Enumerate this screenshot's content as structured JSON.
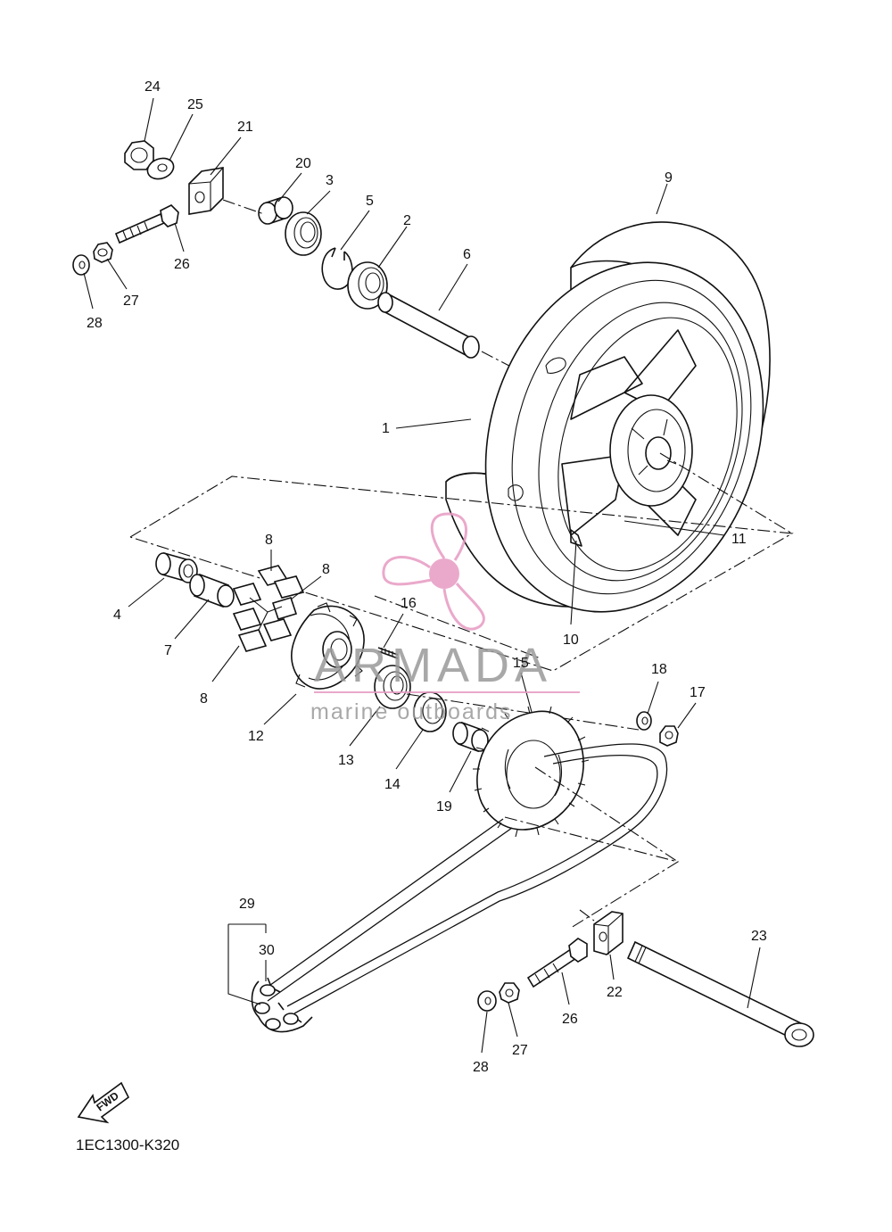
{
  "diagram_code": "1EC1300-K320",
  "fwd_label": "FWD",
  "watermark": {
    "brand": "ARMADA",
    "tagline": "marine outboards",
    "brand_color": "#9a9a9a",
    "accent_color": "#e79bc3"
  },
  "callouts": [
    {
      "id": "c24a",
      "text": "24"
    },
    {
      "id": "c25a",
      "text": "25"
    },
    {
      "id": "c21",
      "text": "21"
    },
    {
      "id": "c20",
      "text": "20"
    },
    {
      "id": "c3",
      "text": "3"
    },
    {
      "id": "c5",
      "text": "5"
    },
    {
      "id": "c2",
      "text": "2"
    },
    {
      "id": "c9",
      "text": "9"
    },
    {
      "id": "c6",
      "text": "6"
    },
    {
      "id": "c26a",
      "text": "26"
    },
    {
      "id": "c27a",
      "text": "27"
    },
    {
      "id": "c28a",
      "text": "28"
    },
    {
      "id": "c1",
      "text": "1"
    },
    {
      "id": "c11",
      "text": "11"
    },
    {
      "id": "c10",
      "text": "10"
    },
    {
      "id": "c8a",
      "text": "8"
    },
    {
      "id": "c8b",
      "text": "8"
    },
    {
      "id": "c8c",
      "text": "8"
    },
    {
      "id": "c4",
      "text": "4"
    },
    {
      "id": "c7",
      "text": "7"
    },
    {
      "id": "c16",
      "text": "16"
    },
    {
      "id": "c15",
      "text": "15"
    },
    {
      "id": "c18",
      "text": "18"
    },
    {
      "id": "c17",
      "text": "17"
    },
    {
      "id": "c12",
      "text": "12"
    },
    {
      "id": "c13",
      "text": "13"
    },
    {
      "id": "c14",
      "text": "14"
    },
    {
      "id": "c19",
      "text": "19"
    },
    {
      "id": "c29",
      "text": "29"
    },
    {
      "id": "c30",
      "text": "30"
    },
    {
      "id": "c23",
      "text": "23"
    },
    {
      "id": "c22",
      "text": "22"
    },
    {
      "id": "c26b",
      "text": "26"
    },
    {
      "id": "c27b",
      "text": "27"
    },
    {
      "id": "c28b",
      "text": "28"
    }
  ]
}
